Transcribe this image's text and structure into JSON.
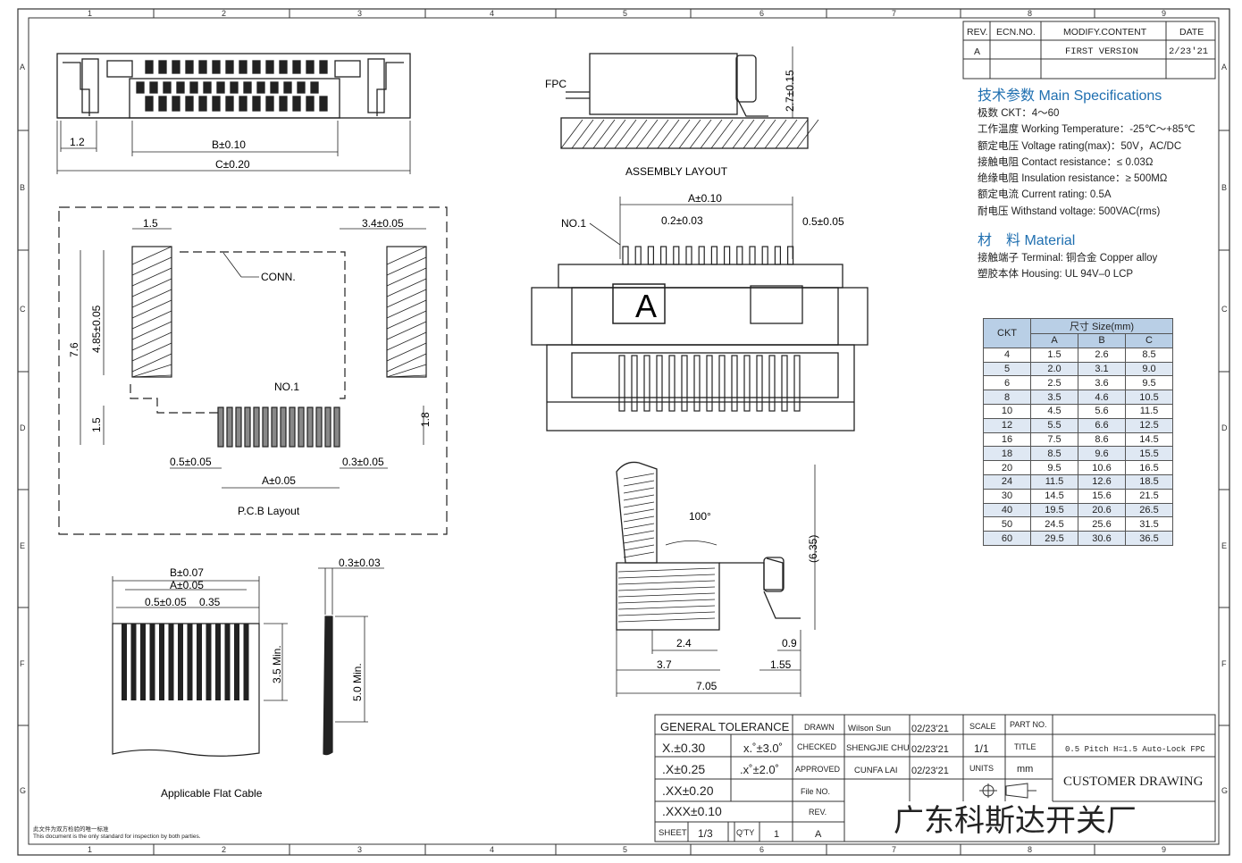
{
  "grid": {
    "cols": [
      "1",
      "2",
      "3",
      "4",
      "5",
      "6",
      "7",
      "8",
      "9"
    ],
    "rows": [
      "A",
      "B",
      "C",
      "D",
      "E",
      "F",
      "G"
    ]
  },
  "revision_table": {
    "headers": [
      "REV.",
      "ECN.NO.",
      "MODIFY.CONTENT",
      "DATE"
    ],
    "row": {
      "rev": "A",
      "ecn": "",
      "content": "FIRST VERSION",
      "date": "2/23'21"
    }
  },
  "specs": {
    "title": "技术参数 Main Specifications",
    "lines": [
      "极数 CKT：4～60",
      "工作温度 Working Temperature：-25℃～+85℃",
      "额定电压 Voltage rating(max)：50V，AC/DC",
      "接触电阻 Contact resistance：≤ 0.03Ω",
      "绝缘电阻 Insulation resistance：≥ 500MΩ",
      "额定电流 Current rating: 0.5A",
      "耐电压 Withstand voltage: 500VAC(rms)"
    ],
    "material_title": "材　料 Material",
    "material_lines": [
      "接触端子 Terminal: 铜合金 Copper alloy",
      "塑胶本体 Housing: UL 94V–0 LCP"
    ]
  },
  "size_table": {
    "ckt_header": "CKT",
    "group_header": "尺寸 Size(mm)",
    "col_headers": [
      "A",
      "B",
      "C"
    ],
    "rows": [
      [
        "4",
        "1.5",
        "2.6",
        "8.5"
      ],
      [
        "5",
        "2.0",
        "3.1",
        "9.0"
      ],
      [
        "6",
        "2.5",
        "3.6",
        "9.5"
      ],
      [
        "8",
        "3.5",
        "4.6",
        "10.5"
      ],
      [
        "10",
        "4.5",
        "5.6",
        "11.5"
      ],
      [
        "12",
        "5.5",
        "6.6",
        "12.5"
      ],
      [
        "16",
        "7.5",
        "8.6",
        "14.5"
      ],
      [
        "18",
        "8.5",
        "9.6",
        "15.5"
      ],
      [
        "20",
        "9.5",
        "10.6",
        "16.5"
      ],
      [
        "24",
        "11.5",
        "12.6",
        "18.5"
      ],
      [
        "30",
        "14.5",
        "15.6",
        "21.5"
      ],
      [
        "40",
        "19.5",
        "20.6",
        "26.5"
      ],
      [
        "50",
        "24.5",
        "25.6",
        "31.5"
      ],
      [
        "60",
        "29.5",
        "30.6",
        "36.5"
      ]
    ]
  },
  "top_view": {
    "dim_1_2": "1.2",
    "dim_b": "B±0.10",
    "dim_c": "C±0.20"
  },
  "assembly": {
    "fpc": "FPC",
    "height": "2.7±0.15",
    "caption": "ASSEMBLY LAYOUT"
  },
  "front_view": {
    "dim_a": "A±0.10",
    "pitch": "0.2±0.03",
    "edge": "0.5±0.05",
    "no1": "NO.1",
    "mark": "A"
  },
  "pcb": {
    "dim_1_5": "1.5",
    "dim_3_4": "3.4±0.05",
    "conn": "CONN.",
    "dim_7_6": "7.6",
    "dim_4_85": "4.85±0.05",
    "no1": "NO.1",
    "dim_1_5b": "1.5",
    "dim_1_8": "1.8",
    "dim_0_5": "0.5±0.05",
    "dim_0_3": "0.3±0.05",
    "dim_a": "A±0.05",
    "caption": "P.C.B Layout"
  },
  "side_view": {
    "angle": "100°",
    "height": "(6.35)",
    "d2_4": "2.4",
    "d0_9": "0.9",
    "d3_7": "3.7",
    "d1_55": "1.55",
    "d7_05": "7.05"
  },
  "cable": {
    "dim_b": "B±0.07",
    "dim_a": "A±0.05",
    "dim_pitch": "0.5±0.05",
    "dim_035": "0.35",
    "dim_35": "3.5 Min.",
    "dim_thk": "0.3±0.03",
    "dim_50": "5.0 Min.",
    "caption": "Applicable Flat Cable"
  },
  "title_block": {
    "general_tolerance": "GENERAL TOLERANCE",
    "tol_x": "X.±0.30",
    "tol_ang1": "x.˚±3.0˚",
    "tol_xx": ".X±0.25",
    "tol_ang2": ".x˚±2.0˚",
    "tol_xxx": ".XX±0.20",
    "tol_xxxx": ".XXX±0.10",
    "drawn": "DRAWN",
    "drawn_name": "Wilson Sun",
    "drawn_date": "02/23'21",
    "checked": "CHECKED",
    "checked_name": "SHENGJIE CHU",
    "checked_date": "02/23'21",
    "approved": "APPROVED",
    "approved_name": "CUNFA LAI",
    "approved_date": "02/23'21",
    "scale": "SCALE",
    "scale_val": "1/1",
    "units": "UNITS",
    "units_val": "mm",
    "part_no": "PART NO.",
    "title": "TITLE",
    "title_val": "0.5 Pitch H=1.5 Auto-Lock FPC",
    "customer": "CUSTOMER DRAWING",
    "file_no": "File NO.",
    "rev": "REV.",
    "rev_val": "A",
    "sheet": "SHEET",
    "sheet_val": "1/3",
    "qty": "Q'TY",
    "qty_val": "1",
    "company": "广东科斯达开关厂"
  },
  "footer": {
    "line1": "此文件为双方检验的唯一标准",
    "line2": "This document is the only standard for inspection by both parties."
  }
}
